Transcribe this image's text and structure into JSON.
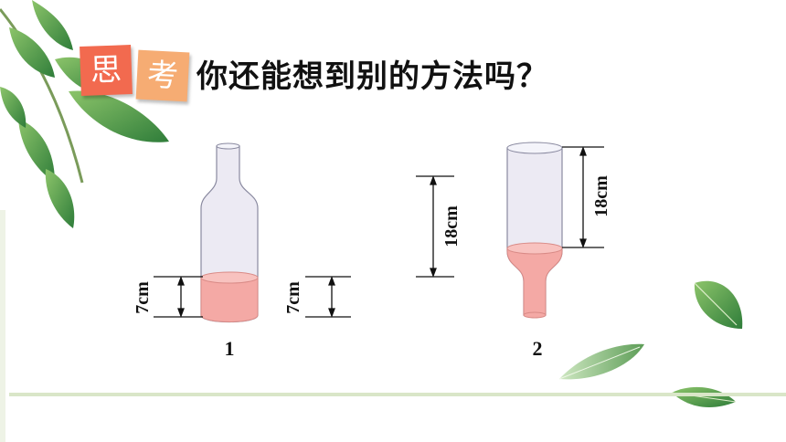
{
  "header": {
    "badge_chars": [
      "思",
      "考"
    ],
    "question": "你还能想到别的方法吗？"
  },
  "figure_1": {
    "label": "1",
    "dim_left": "7cm",
    "dim_right": "7cm"
  },
  "figure_2": {
    "label": "2",
    "dim_left": "18cm",
    "dim_right": "18cm"
  },
  "colors": {
    "water": "#f4a9a5",
    "glass": "#e6e6f2",
    "leaf": "#4c9a4a",
    "badge_red": "#f26a4f",
    "badge_orange": "#f6ac73"
  }
}
